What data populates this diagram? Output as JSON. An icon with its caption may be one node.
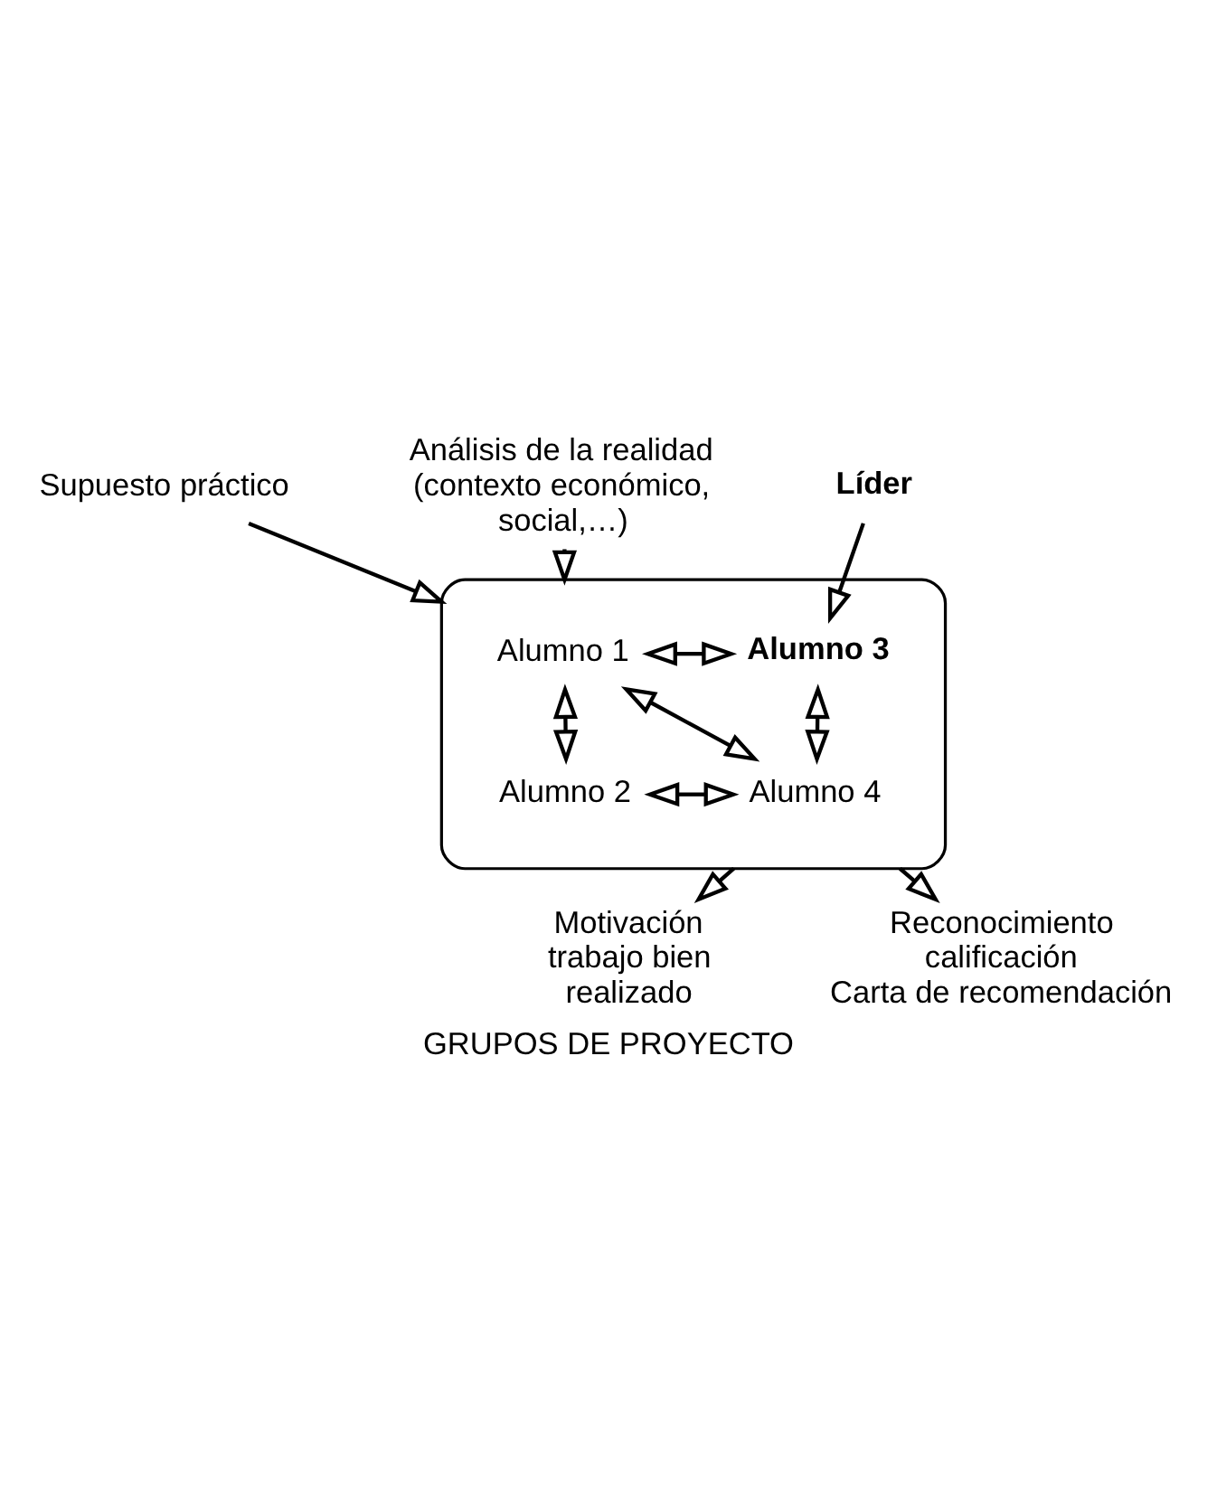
{
  "diagram": {
    "caption": "GRUPOS DE PROYECTO",
    "nodes": [
      {
        "text": [
          "Supuesto práctico"
        ]
      },
      {
        "text": [
          "Análisis de la realidad (contexto económico, social,…)"
        ]
      },
      {
        "text": [],
        "shape": "box"
      },
      {
        "text": [
          "Alumno 1"
        ],
        "in": 2
      },
      {
        "text": [
          "Alumno 3"
        ],
        "in": 2
      },
      {
        "text": [
          "Alumno 2"
        ],
        "in": 2
      },
      {
        "text": [
          "Alumno 4"
        ],
        "in": 2
      },
      {
        "text": [
          "Líder"
        ]
      },
      {
        "text": [
          "Motivación trabajo bien realizado"
        ]
      },
      {
        "text": [
          "Reconocimiento calificación",
          "Carta de recomendación"
        ]
      }
    ],
    "edges": [
      {
        "from": 0,
        "to": 2,
        "arrow": "to"
      },
      {
        "from": 1,
        "to": 2,
        "arrow": "to"
      },
      {
        "from": 3,
        "to": 4,
        "arrow": "both"
      },
      {
        "from": 3,
        "to": 5,
        "arrow": "both"
      },
      {
        "from": 4,
        "to": 6,
        "arrow": "both"
      },
      {
        "from": 3,
        "to": 6,
        "arrow": "both"
      },
      {
        "from": 5,
        "to": 6,
        "arrow": "both"
      },
      {
        "from": 7,
        "to": 4,
        "arrow": "to"
      },
      {
        "from": 2,
        "to": 8,
        "arrow": "to"
      },
      {
        "from": 2,
        "to": 9,
        "arrow": "to"
      }
    ]
  }
}
